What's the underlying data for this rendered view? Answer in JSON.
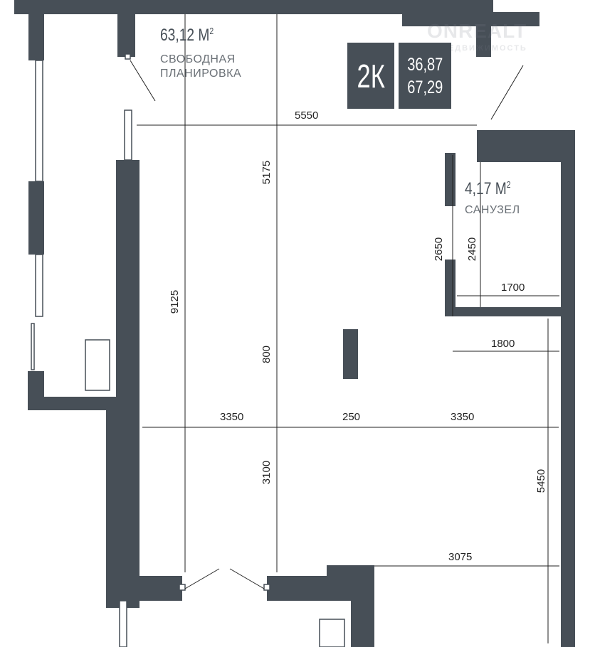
{
  "apartment": {
    "type": "2К",
    "living_area": "36,87",
    "total_area": "67,29"
  },
  "rooms": [
    {
      "area": "63,12 М",
      "sup": "2",
      "name_line1": "СВОБОДНАЯ",
      "name_line2": "ПЛАНИРОВКА"
    },
    {
      "area": "4,17 М",
      "sup": "2",
      "name_line1": "САНУЗЕЛ"
    }
  ],
  "dimensions": {
    "top_width": "5550",
    "upper_height": "5175",
    "total_height": "9125",
    "column_height": "800",
    "lower_height": "3100",
    "left_width": "3350",
    "column_width": "250",
    "right_width": "3350",
    "bath_outer": "2650",
    "bath_inner": "2450",
    "bath_width": "1700",
    "corridor_width": "1800",
    "right_height": "5450",
    "bottom_width": "3075"
  },
  "watermark": {
    "brand": "ONREALT",
    "sub": "НЕДВИЖИМОСТЬ"
  },
  "colors": {
    "wall": "#474f57",
    "line": "#222222"
  }
}
